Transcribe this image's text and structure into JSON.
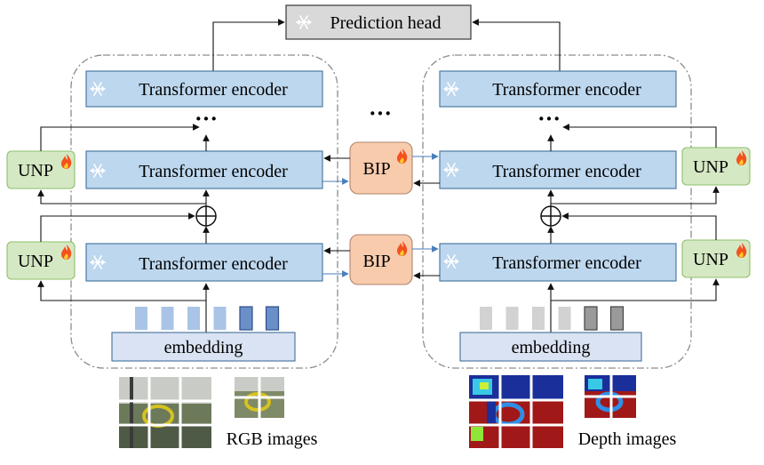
{
  "prediction_head": "Prediction head",
  "ellipsis": "···",
  "rgb_branch": {
    "encoders": [
      "Transformer encoder",
      "Transformer encoder",
      "Transformer encoder"
    ],
    "adapters": [
      "UNP",
      "UNP"
    ],
    "embedding_label": "embedding",
    "images_label": "RGB images",
    "token_colors": [
      "#a9c4e6",
      "#a9c4e6",
      "#a9c4e6",
      "#a9c4e6",
      "#6b8fc9",
      "#6b8fc9"
    ]
  },
  "depth_branch": {
    "encoders": [
      "Transformer encoder",
      "Transformer encoder",
      "Transformer encoder"
    ],
    "adapters": [
      "UNP",
      "UNP"
    ],
    "embedding_label": "embedding",
    "images_label": "Depth images",
    "token_colors": [
      "#d2d2d2",
      "#d2d2d2",
      "#d2d2d2",
      "#d2d2d2",
      "#9a9a9a",
      "#9a9a9a"
    ]
  },
  "bridges": [
    "BIP",
    "BIP"
  ],
  "colors": {
    "encoder_fill": "#bdd7ee",
    "encoder_stroke": "#41719c",
    "unp_fill": "#d5e8c4",
    "bip_fill": "#f8cbad",
    "head_fill": "#d9d9d9",
    "embedding_fill": "#dae3f3",
    "flow_arrow": "#4a7ebb"
  },
  "icons": {
    "frozen": "snowflake-icon",
    "trainable": "flame-icon",
    "fusion": "circled-plus-icon"
  }
}
